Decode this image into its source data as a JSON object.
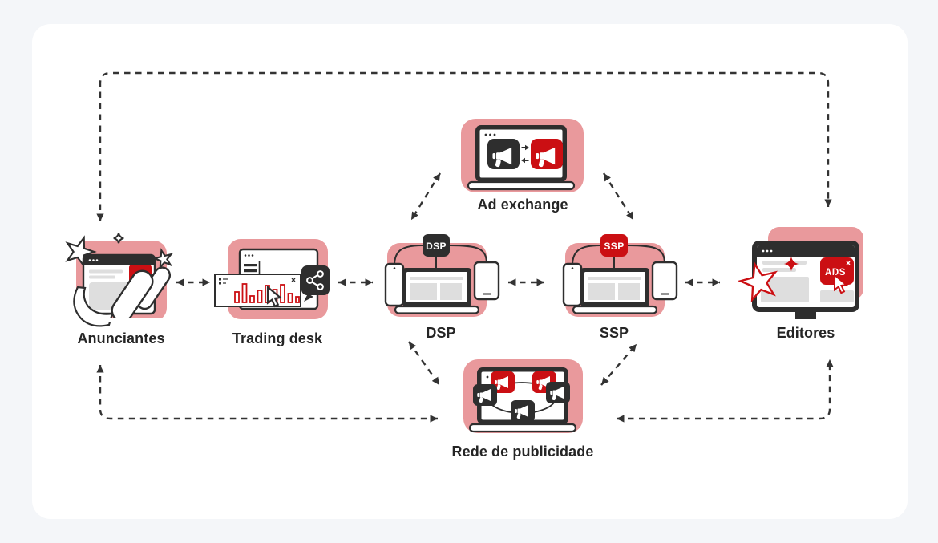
{
  "colors": {
    "bg": "#f4f6f9",
    "card": "#ffffff",
    "pink": "#e9999c",
    "red": "#cb0f13",
    "dark": "#2e2e2e",
    "gray": "#dedede",
    "arrow": "#333333"
  },
  "nodes": {
    "advertisers": {
      "label": "Anunciantes"
    },
    "trading_desk": {
      "label": "Trading desk"
    },
    "dsp": {
      "label": "DSP",
      "badge": "DSP"
    },
    "ad_exchange": {
      "label": "Ad exchange"
    },
    "ssp": {
      "label": "SSP",
      "badge": "SSP"
    },
    "publishers": {
      "label": "Editores",
      "ads_badge": "ADS"
    },
    "ad_network": {
      "label": "Rede de publicidade"
    }
  }
}
